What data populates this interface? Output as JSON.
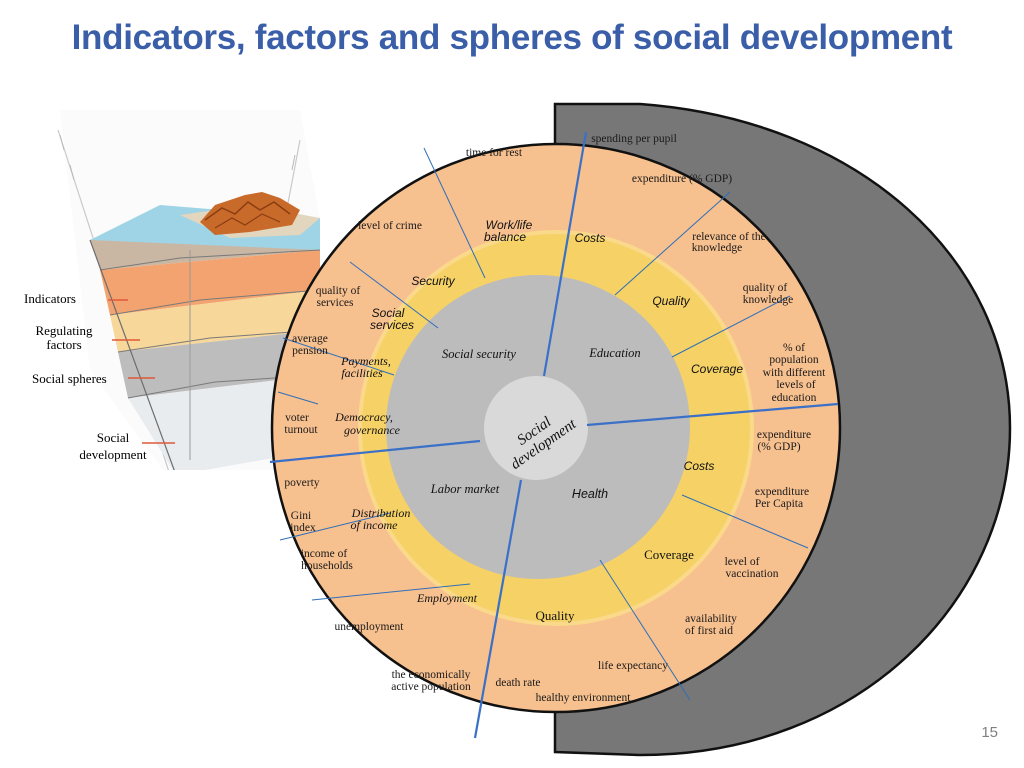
{
  "title": "Indicators, factors and spheres of social development",
  "page_number": "15",
  "legend": {
    "indicators": "Indicators",
    "regulating": [
      "Regulating",
      "factors"
    ],
    "spheres": "Social spheres",
    "development": [
      "Social",
      "development"
    ]
  },
  "center": [
    "Social",
    "development"
  ],
  "spheres": {
    "social_security": "Social security",
    "education": "Education",
    "labor_market": "Labor market",
    "health": "Health"
  },
  "factors": {
    "work_life": [
      "Work/life",
      "balance"
    ],
    "costs_top": "Costs",
    "quality_top": "Quality",
    "security": "Security",
    "social_services": [
      "Social",
      "services"
    ],
    "payments": [
      "Payments,",
      "facilities"
    ],
    "coverage_top": "Coverage",
    "democracy": [
      "Democracy,",
      "governance"
    ],
    "costs_right": "Costs",
    "distribution": [
      "Distribution",
      "of income"
    ],
    "coverage_right": "Coverage",
    "employment": "Employment",
    "quality_bottom": "Quality"
  },
  "indicators": {
    "time_for_rest": "time for rest",
    "spending_per_pupil": "spending per pupil",
    "expenditure_gdp_top": "expenditure (% GDP)",
    "level_of_crime": "level of crime",
    "relevance": [
      "relevance of the",
      "knowledge"
    ],
    "quality_knowledge": [
      "quality of",
      "knowledge"
    ],
    "quality_services": [
      "quality of",
      "services"
    ],
    "average_pension": [
      "average",
      "pension"
    ],
    "population_levels": [
      "% of",
      "population",
      "with different",
      "levels of",
      "education"
    ],
    "voter_turnout": [
      "voter",
      "turnout"
    ],
    "expenditure_gdp_right": [
      "expenditure",
      "(% GDP)"
    ],
    "poverty": "poverty",
    "gini": [
      "Gini",
      "index"
    ],
    "expenditure_capita": [
      "expenditure",
      "Per Capita"
    ],
    "income_households": [
      "income of",
      "households"
    ],
    "vaccination": [
      "level of",
      "vaccination"
    ],
    "unemployment": "unemployment",
    "first_aid": [
      "availability",
      "of first aid"
    ],
    "life_expectancy": "life expectancy",
    "economically_active": [
      "the economically",
      "active population"
    ],
    "death_rate": "death rate",
    "healthy_environment": "healthy environment"
  },
  "colors": {
    "title": "#3a5ea8",
    "outer_ring": "#f7c08f",
    "middle_ring": "#f5d166",
    "inner_ring": "#bcbcbc",
    "center": "#d9d9d9",
    "shadow": "#777777",
    "divider": "#3a70c8"
  }
}
